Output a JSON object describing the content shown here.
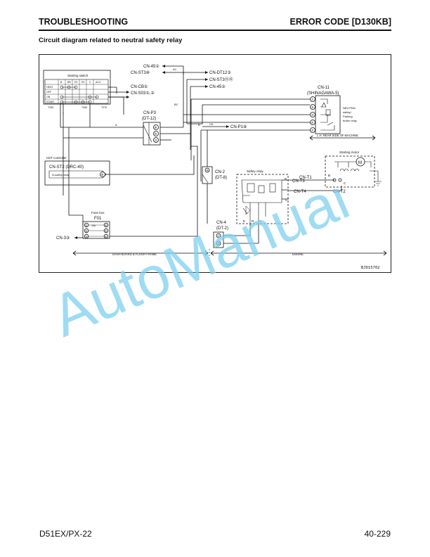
{
  "header": {
    "section": "TROUBLESHOOTING",
    "code": "ERROR CODE [D130KB]"
  },
  "subtitle": "Circuit diagram related to neutral safety relay",
  "diagram": {
    "top_connectors": [
      "CN-45①",
      "CN-ST3⑩",
      "CN-DT12③",
      "CN-ST3⑪⑫",
      "CN-45②"
    ],
    "starting_switch": {
      "title": "Starting switch",
      "cols": [
        "B",
        "BR",
        "R1",
        "R2",
        "C",
        "ACC"
      ],
      "rows": [
        "HEAT",
        "OFF",
        "ON",
        "START"
      ],
      "terminals": [
        "T250",
        "T280",
        "T270"
      ]
    },
    "cn_cb": "CN-CB①",
    "cn_s03": "CN-S03①,②",
    "cn_p3": {
      "name": "CN-P3",
      "type": "(DT-12)",
      "pins": [
        "⑧",
        "⑨",
        "⑪"
      ]
    },
    "cn_p1": "CN-P1⑧",
    "wire_ac": "AC",
    "wire_bc": "BC",
    "wire_ck": "CK",
    "wire_a": "A",
    "wire_b": "B",
    "cn_11": {
      "name": "CN-11",
      "type": "(SHINAGAWA-5)",
      "pins": [
        "①",
        "②",
        "③",
        "④",
        "⑤"
      ]
    },
    "neutral_relay": [
      "NEUTRAL",
      "safety/",
      "Parking",
      "brake relay"
    ],
    "rear_side": "L.H. REAR SIDE OF MACHINE",
    "hst": {
      "title": "HST controller",
      "connector": "CN-ST2 (DRC-40)",
      "relay": "N-safety relay",
      "pin": "⑧"
    },
    "cn_2": {
      "name": "CN-2",
      "type": "(DT-8)",
      "pin": "④"
    },
    "safety_relay": {
      "title": "Safety relay",
      "terminals": [
        "B",
        "C",
        "E",
        "R",
        "S"
      ]
    },
    "cn_t3": "CN-T3",
    "cn_t4": "CN-T4",
    "cn_t1": "CN-T1",
    "cn_t2": "CN-T2",
    "starting_motor": {
      "title": "Starting motor",
      "motor": "M",
      "terminals": [
        "B",
        "C"
      ]
    },
    "cn_4": {
      "name": "CN-4",
      "type": "(DT-2)",
      "pins": [
        "①",
        "②"
      ]
    },
    "fuse_box": {
      "title": "Fuse box",
      "name": "F01",
      "pins": [
        "①",
        "②",
        "③",
        "④",
        "⑤",
        "⑥"
      ],
      "rating": "10A"
    },
    "cn_3": "CN-3③",
    "dash_label": "DASH BOARD & FLOOR FRAME",
    "engine_label": "ENGINE",
    "ref": "BJD15702"
  },
  "watermark": "AutoManual",
  "footer": {
    "model": "D51EX/PX-22",
    "page": "40-229"
  },
  "colors": {
    "watermark": "#7fd0ef",
    "ink": "#111111"
  }
}
